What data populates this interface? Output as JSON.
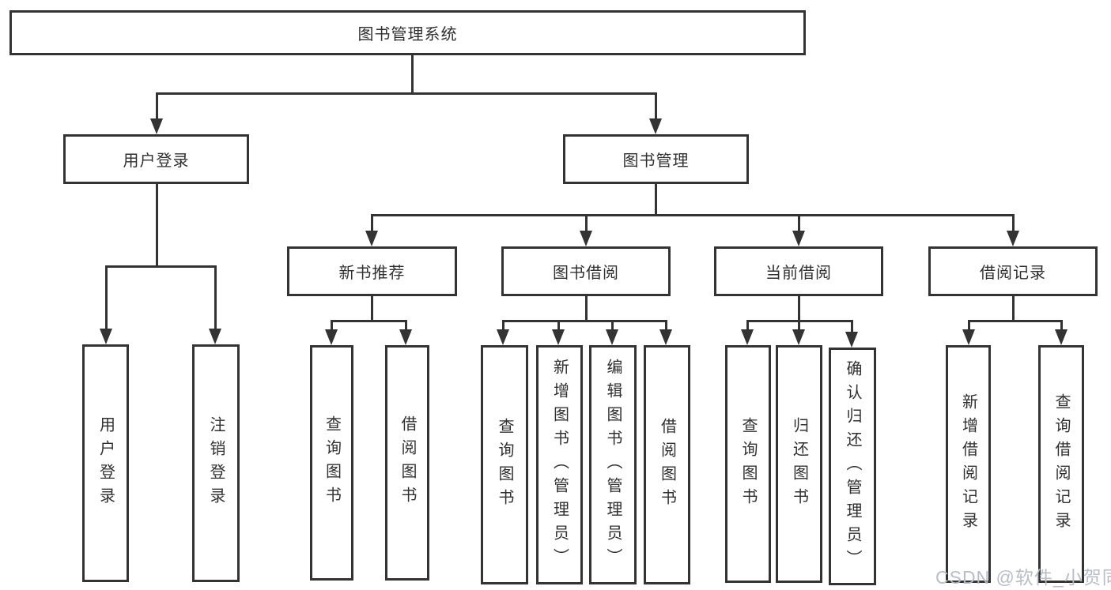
{
  "tree": {
    "label": "图书管理系统",
    "children": [
      {
        "label": "用户登录",
        "children": [
          {
            "label": "用户登录"
          },
          {
            "label": "注销登录"
          }
        ]
      },
      {
        "label": "图书管理",
        "children": [
          {
            "label": "新书推荐",
            "children": [
              {
                "label": "查询图书"
              },
              {
                "label": "借阅图书"
              }
            ]
          },
          {
            "label": "图书借阅",
            "children": [
              {
                "label": "查询图书"
              },
              {
                "label": "新增图书（管理员）"
              },
              {
                "label": "编辑图书（管理员）"
              },
              {
                "label": "借阅图书"
              }
            ]
          },
          {
            "label": "当前借阅",
            "children": [
              {
                "label": "查询图书"
              },
              {
                "label": "归还图书"
              },
              {
                "label": "确认归还（管理员）"
              }
            ]
          },
          {
            "label": "借阅记录",
            "children": [
              {
                "label": "新增借阅记录"
              },
              {
                "label": "查询借阅记录"
              }
            ]
          }
        ]
      }
    ]
  },
  "watermark": {
    "text": "CSDN @软件_小贺同学"
  },
  "colors": {
    "line": "#333333",
    "text": "#303030",
    "background": "#ffffff",
    "watermark": "#b6bac3"
  }
}
